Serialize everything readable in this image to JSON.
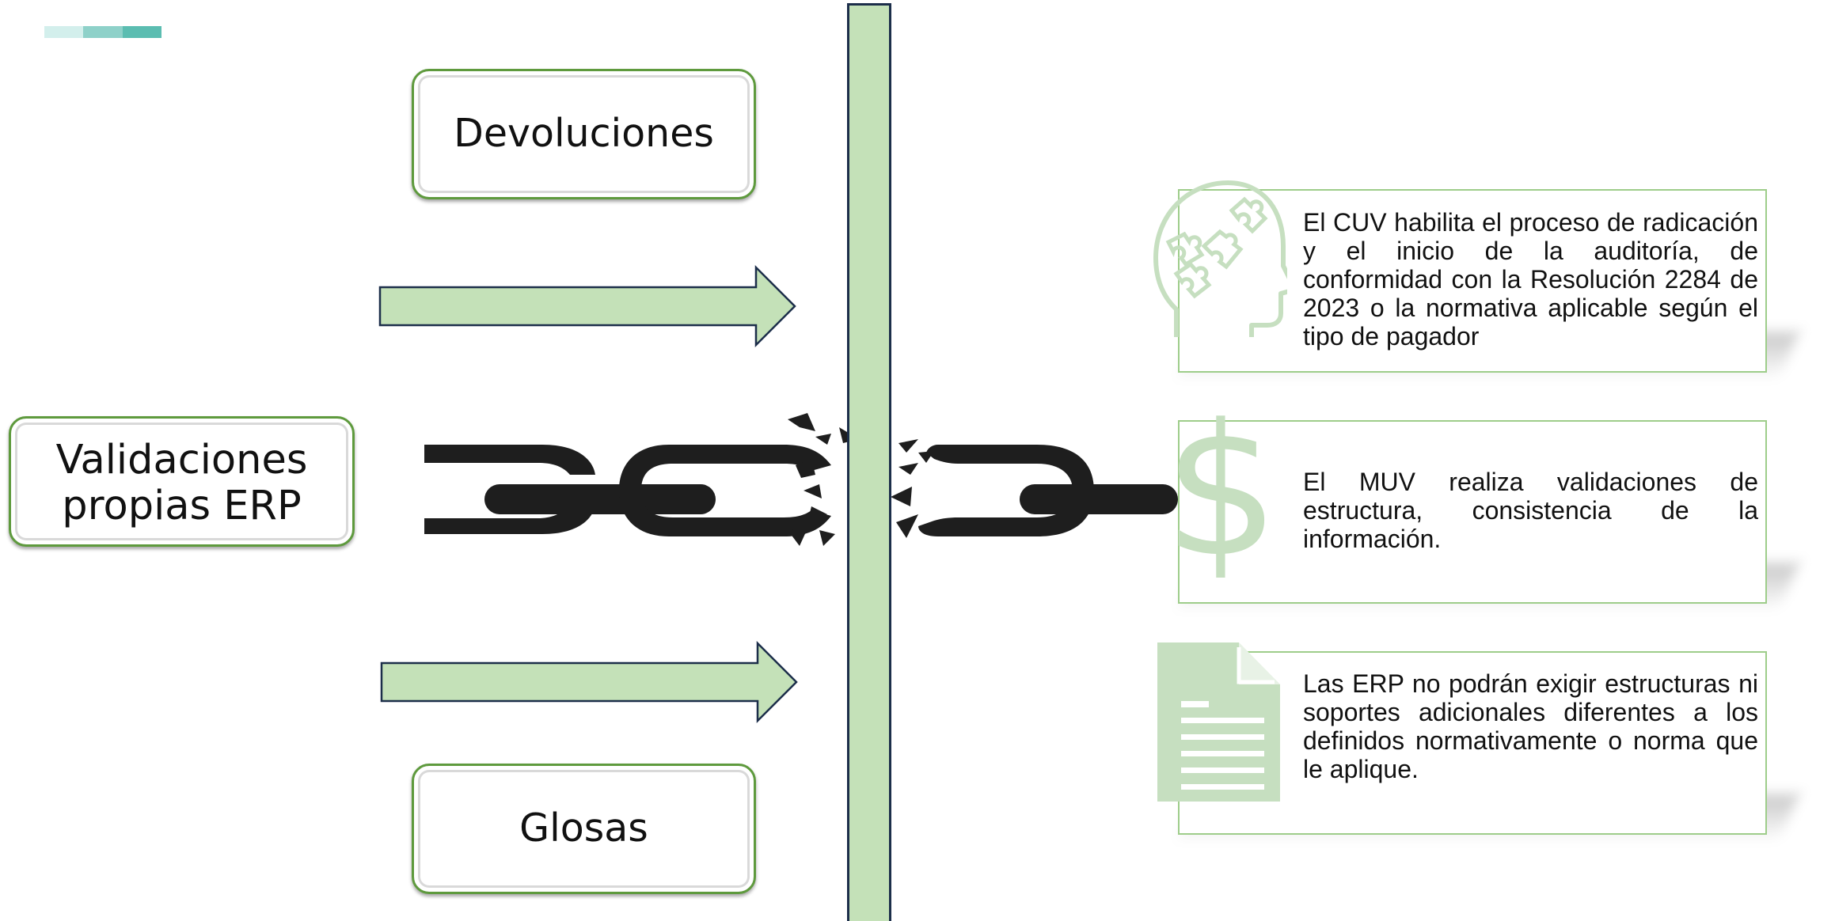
{
  "boxes": {
    "devoluciones": "Devoluciones",
    "validaciones_line1": "Validaciones",
    "validaciones_line2": "propias ERP",
    "glosas": "Glosas"
  },
  "info_items": [
    {
      "icon": "head-puzzle-icon",
      "text": "El CUV habilita el proceso de radicación y el inicio de la auditoría, de conformidad con la Resolución 2284 de 2023 o la normativa aplicable según el tipo de pagador"
    },
    {
      "icon": "dollar-icon",
      "text": "El MUV realiza validaciones de estructura, consistencia de la información."
    },
    {
      "icon": "document-icon",
      "text": "Las ERP no podrán exigir estructuras ni soportes adicionales diferentes a los definidos normativamente o norma que le aplique."
    }
  ],
  "colors": {
    "accent_green": "#c4e1b8",
    "border_green": "#5e9a3d",
    "icon_green": "#c6dfc0",
    "navy": "#1c2e4a",
    "chain": "#1e1e1e",
    "deco": [
      "#d3efec",
      "#8ed1c9",
      "#5bbdb1"
    ]
  }
}
